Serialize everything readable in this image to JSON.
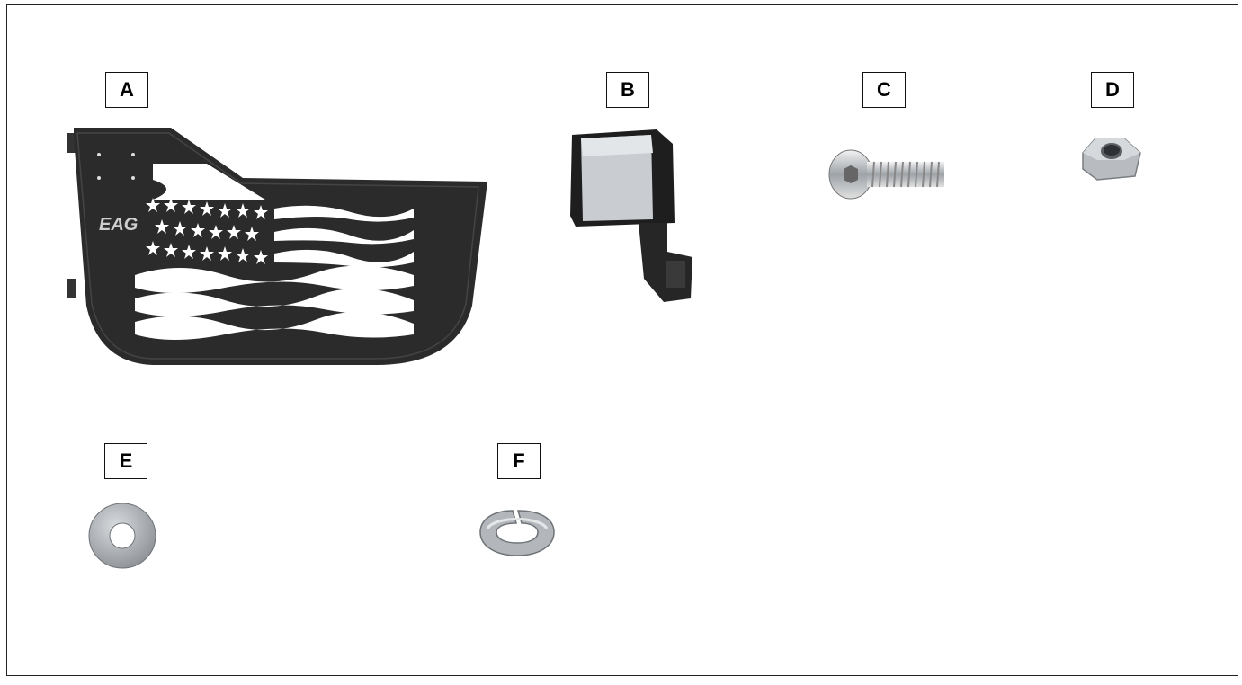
{
  "labels": {
    "a": "A",
    "b": "B",
    "c": "C",
    "d": "D",
    "e": "E",
    "f": "F"
  },
  "parts": {
    "a": {
      "icon": "tube-door-flag-icon",
      "logo_text": "EAG"
    },
    "b": {
      "icon": "side-mirror-icon"
    },
    "c": {
      "icon": "button-head-bolt-icon"
    },
    "d": {
      "icon": "hex-nut-icon"
    },
    "e": {
      "icon": "flat-washer-icon"
    },
    "f": {
      "icon": "lock-washer-icon"
    }
  },
  "colors": {
    "door": "#2b2b2b",
    "mirror": "#1e1e1e",
    "mirror_glass": "#c9cdd1",
    "metal": "#b8bcc0"
  }
}
